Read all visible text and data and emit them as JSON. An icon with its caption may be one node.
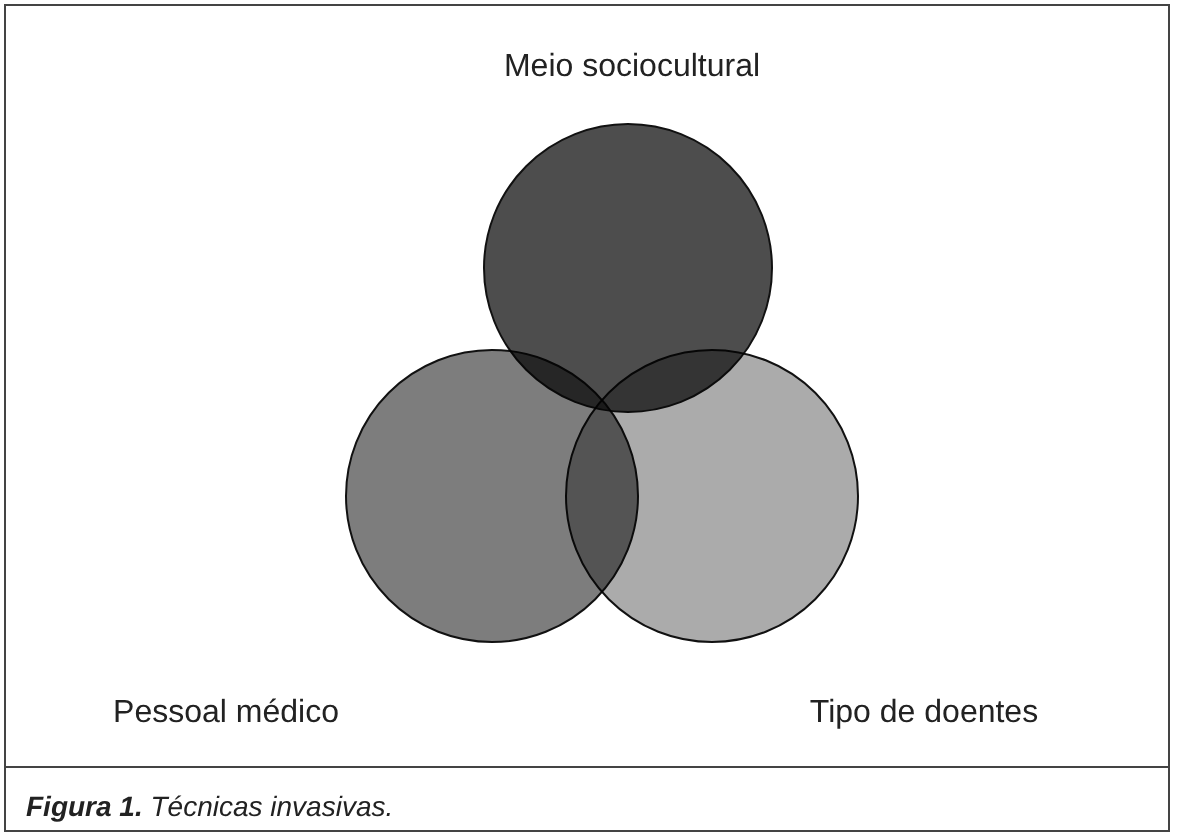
{
  "diagram": {
    "caption": "**Figura 1.** Técnicas invasivas.",
    "nodes": [
      {
        "text": [
          "Meio sociocultural"
        ]
      },
      {
        "text": [
          "Pessoal médico"
        ]
      },
      {
        "text": [
          "Tipo de doentes"
        ]
      }
    ],
    "edges": []
  }
}
